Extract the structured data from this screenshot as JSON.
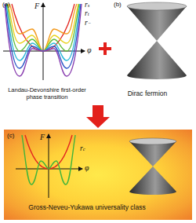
{
  "diagram": {
    "nodes": [
      {
        "text": [
          "(c)",
          "Gross-Neveu-Yukawa universality class"
        ]
      }
    ],
    "labels": [
      "(a)",
      "F",
      "φ",
      "rs",
      "rt",
      "r−",
      "Landau-Devonshire first-order phase transition",
      "(b)",
      "Dirac fermion",
      "F",
      "φ",
      "rc"
    ]
  }
}
